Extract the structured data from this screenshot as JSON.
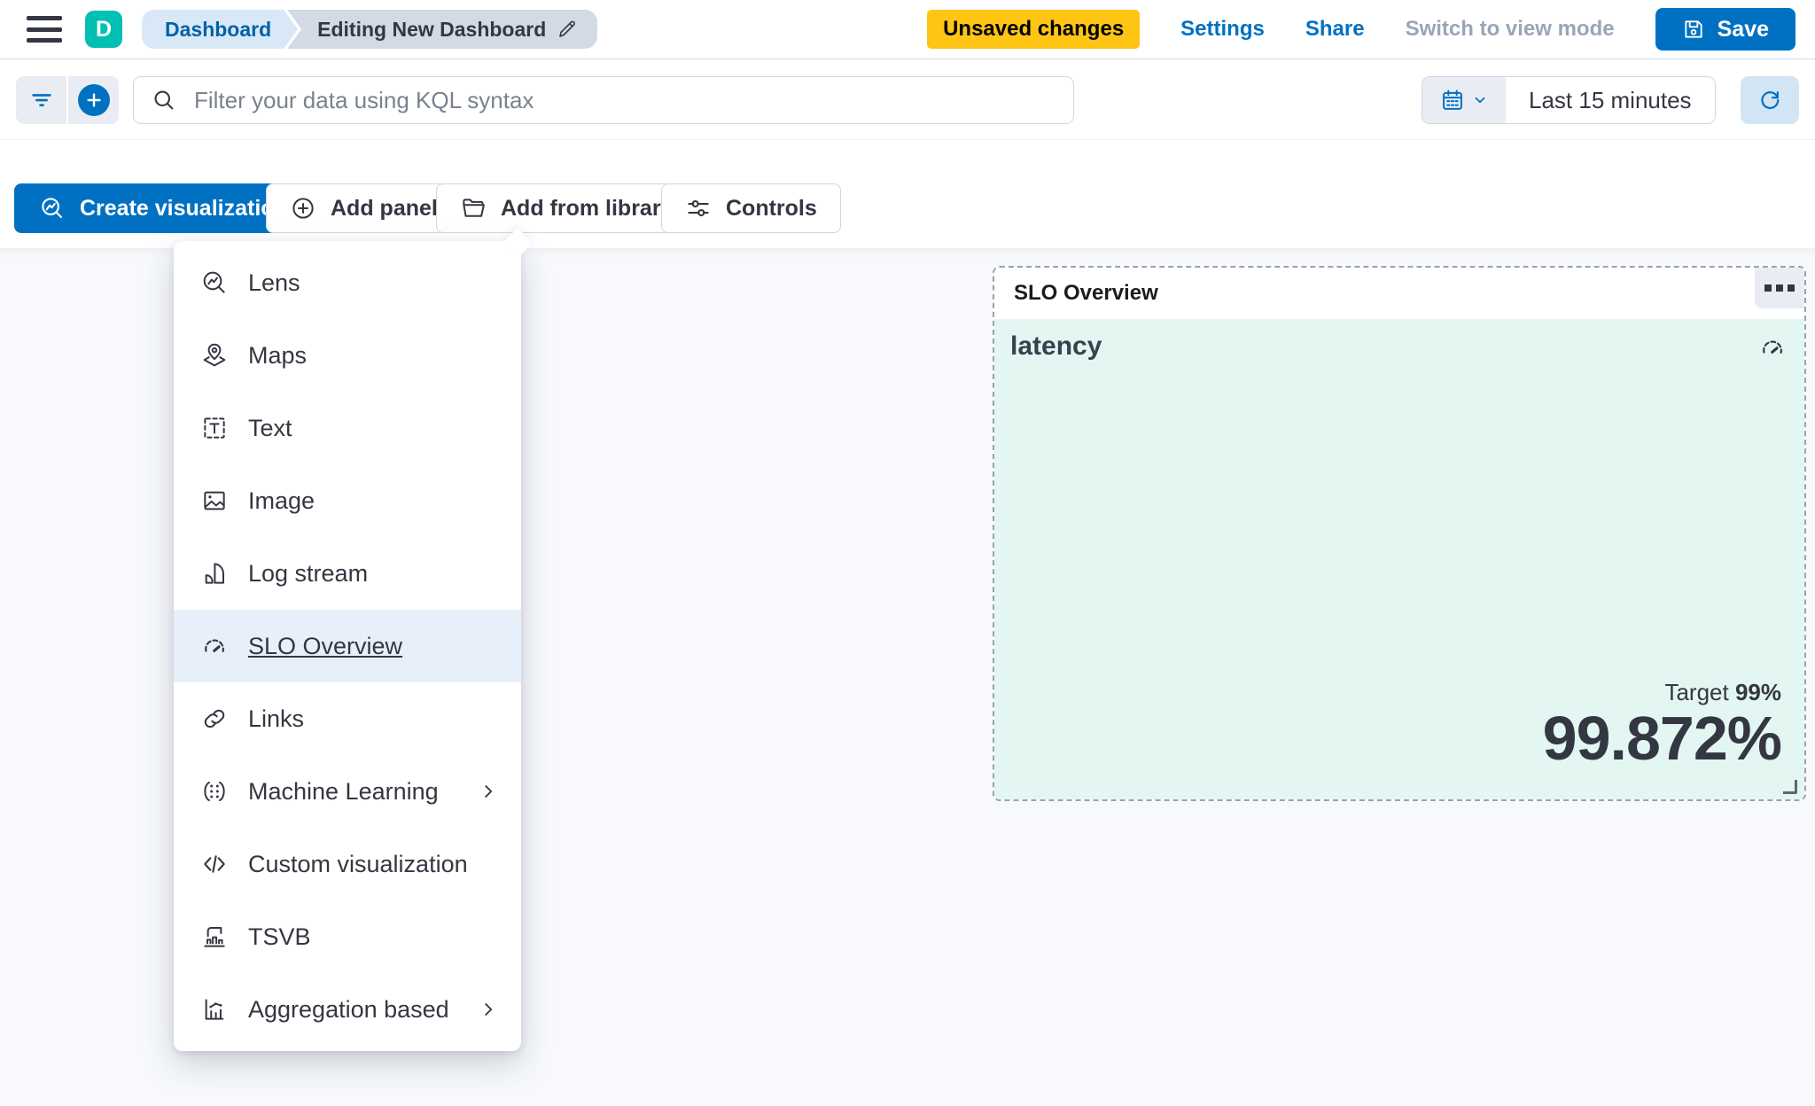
{
  "header": {
    "logo_letter": "D",
    "breadcrumbs": [
      {
        "label": "Dashboard"
      },
      {
        "label": "Editing New Dashboard"
      }
    ],
    "unsaved_badge": "Unsaved changes",
    "settings_link": "Settings",
    "share_link": "Share",
    "switch_view_link": "Switch to view mode",
    "save_button": "Save"
  },
  "filter_bar": {
    "kql_placeholder": "Filter your data using KQL syntax",
    "kql_value": "",
    "time_range": "Last 15 minutes"
  },
  "toolbar": {
    "create_visualization": "Create visualization",
    "add_panel": "Add panel",
    "add_from_library": "Add from library",
    "controls": "Controls"
  },
  "add_panel_menu": {
    "items": [
      {
        "label": "Lens",
        "icon": "lens-icon"
      },
      {
        "label": "Maps",
        "icon": "maps-icon"
      },
      {
        "label": "Text",
        "icon": "text-icon"
      },
      {
        "label": "Image",
        "icon": "image-icon"
      },
      {
        "label": "Log stream",
        "icon": "log-stream-icon"
      },
      {
        "label": "SLO Overview",
        "icon": "slo-gauge-icon",
        "highlighted": true
      },
      {
        "label": "Links",
        "icon": "links-icon"
      },
      {
        "label": "Machine Learning",
        "icon": "machine-learning-icon",
        "has_submenu": true
      },
      {
        "label": "Custom visualization",
        "icon": "code-icon"
      },
      {
        "label": "TSVB",
        "icon": "tsvb-icon"
      },
      {
        "label": "Aggregation based",
        "icon": "aggregation-based-icon",
        "has_submenu": true
      }
    ]
  },
  "slo_panel": {
    "title": "SLO Overview",
    "metric_name": "latency",
    "target_label": "Target",
    "target_value": "99%",
    "value": "99.872%"
  },
  "colors": {
    "primary_blue": "#0071c2",
    "logo_teal": "#00bfb3",
    "unsaved_yellow": "#fec514",
    "panel_healthy_bg": "#e3f6f1",
    "menu_highlight_bg": "#e7f0fa",
    "text_dark": "#343741"
  }
}
